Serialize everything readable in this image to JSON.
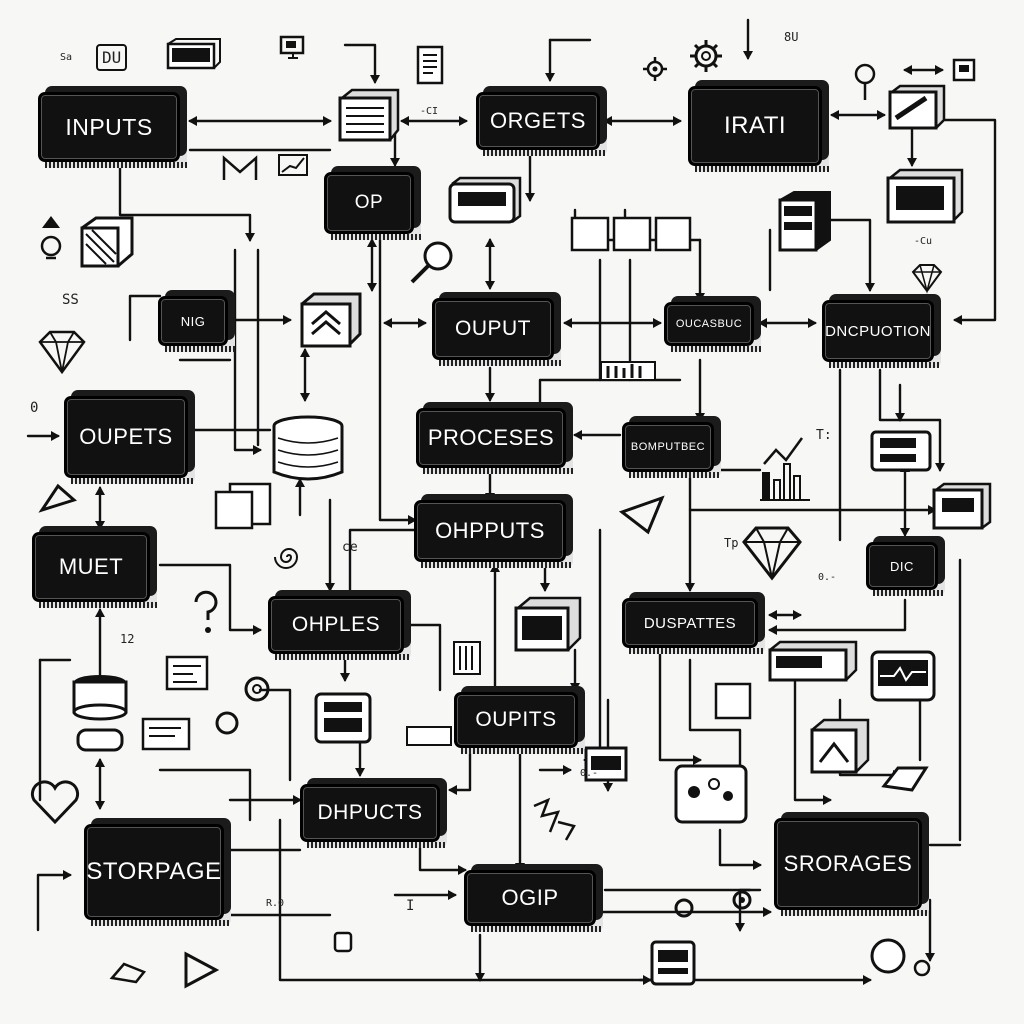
{
  "nodes": {
    "inputs": "INPUTS",
    "orgets": "ORGETS",
    "irati": "IRATI",
    "op": "OP",
    "nig": "NIG",
    "ouput": "OUPUT",
    "ouscasbuc": "OUCASBUC",
    "dncpuotion": "DNCPUOTION",
    "oupets": "OUPETS",
    "processes": "PROCESES",
    "bomputbec": "BOMPUTBEC",
    "ohpputs": "OHPPUTS",
    "muet": "MUET",
    "ohples": "OHPLES",
    "duspattes": "DUSPATTES",
    "dic": "DIC",
    "oupits": "OUPITS",
    "dhpucts": "DHPUCTS",
    "storpage": "STORPAGE",
    "ogip": "OGIP",
    "srorages": "SRORAGES"
  },
  "scribbles": {
    "s1": "Sa",
    "s2": "DU",
    "s3": "8U",
    "s4": "-CI",
    "s5": "0",
    "s6": "SS",
    "s7": "-Cu",
    "s8": "T:",
    "s9": "ce",
    "s10": "I",
    "s11": "0.-",
    "s12": "R.0",
    "s13": "0.-",
    "s14": "Tp",
    "s15": "12"
  },
  "colors": {
    "ink": "#111111",
    "paper": "#f7f7f5",
    "label": "#ffffff"
  }
}
